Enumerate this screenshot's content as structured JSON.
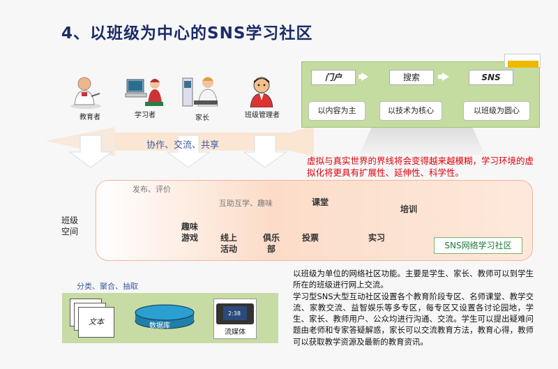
{
  "title": "4、以班级为中心的SNS学习社区",
  "roles": [
    {
      "label": "教育者",
      "icon": "teacher-icon"
    },
    {
      "label": "学习者",
      "icon": "learner-icon"
    },
    {
      "label": "家长",
      "icon": "parent-icon"
    },
    {
      "label": "班级管理者",
      "icon": "class-manager-icon"
    }
  ],
  "share_label": "协作、交流、共享",
  "sns_box": {
    "stages": [
      "门户",
      "搜索",
      "SNS"
    ],
    "focus": [
      "以内容为主",
      "以技术为核心",
      "以班级为圆心"
    ]
  },
  "virtual_note": "虚拟与真实世界的界线将会变得越来越模糊，学习环境的虚拟化将更具有扩展性、延伸性、科学性。",
  "class_space": {
    "label_line1": "班级",
    "label_line2": "空间",
    "publish": "发布、评价",
    "mutual": "互助互学、趣味",
    "classroom": "课堂",
    "training": "培训",
    "fun_game_1": "趣味",
    "fun_game_2": "游戏",
    "online_1": "线上",
    "online_2": "活动",
    "club_1": "俱乐",
    "club_2": "部",
    "vote": "投票",
    "internship": "实习",
    "sns_community": "SNS网络学习社区"
  },
  "storage": {
    "classify_label": "分类、聚合、抽取",
    "text_label": "文本",
    "db_label": "数据库",
    "media_label": "流媒体",
    "media_screen": "2:38"
  },
  "description": [
    "以班级为单位的网络社区功能。主要是学生、家长、教师可以到学生所在的班级进行网上交流。",
    "学习型SNS大型互动社区设置各个教育阶段专区、名师课堂、教学交流、家教交流、益智娱乐等多专区，每专区又设置各讨论园地，学生、家长、教师用户、公众均进行沟通、交流。学生可以提出疑难问题由老师和专家答疑解惑，家长可以交流教育方法，教育心得，教师可以获取教学资源及最新的教育资讯。"
  ],
  "colors": {
    "title": "#1b2b68",
    "accent_red": "#e0000a",
    "accent_blue": "#3b5aa3",
    "green_box": "#c4dca0",
    "green_text": "#1a7a38"
  }
}
